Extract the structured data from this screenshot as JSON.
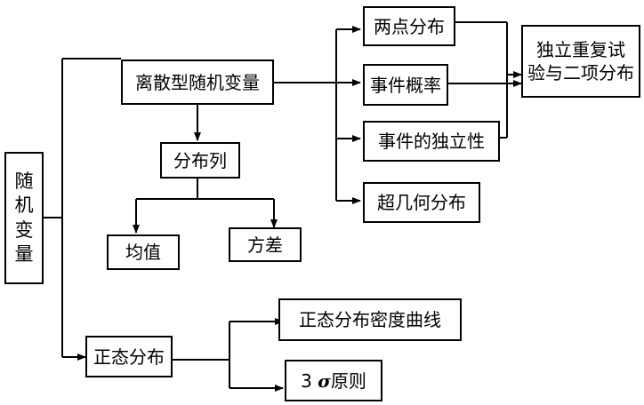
{
  "diagram": {
    "root": {
      "chars": [
        "随",
        "机",
        "变",
        "量"
      ]
    },
    "discrete": {
      "label": "离散型随机变量"
    },
    "distribution_list": {
      "label": "分布列"
    },
    "mean": {
      "label": "均值"
    },
    "variance": {
      "label": "方差"
    },
    "two_point": {
      "label": "两点分布"
    },
    "event_prob": {
      "label": "事件概率"
    },
    "event_indep": {
      "label": "事件的独立性"
    },
    "hypergeo": {
      "label": "超几何分布"
    },
    "binomial": {
      "line1": "独立重复试",
      "line2": "验与二项分布"
    },
    "normal": {
      "label": "正态分布"
    },
    "normal_curve": {
      "label": "正态分布密度曲线"
    },
    "three_sigma": {
      "prefix": "3",
      "sigma": "σ",
      "suffix": "原则"
    }
  }
}
